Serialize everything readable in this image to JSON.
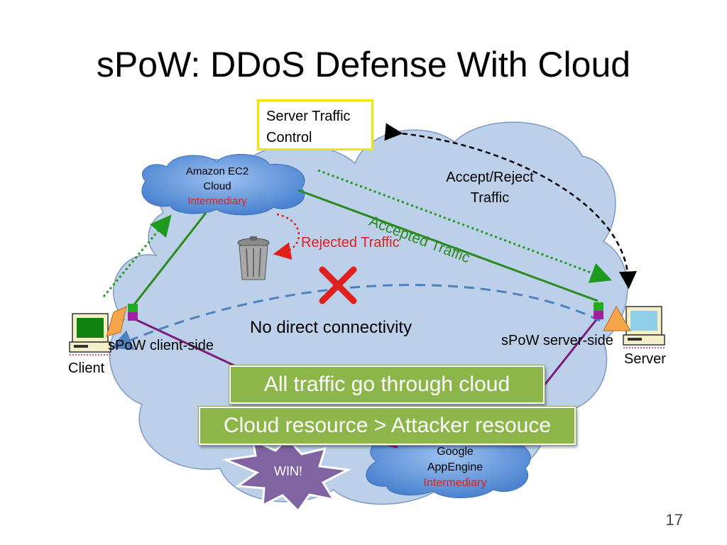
{
  "slide": {
    "title": "sPoW: DDoS Defense With Cloud",
    "page_number": "17"
  },
  "labels": {
    "server_traffic_control_line1": "Server Traffic",
    "server_traffic_control_line2": "Control",
    "amazon_line1": "Amazon EC2",
    "amazon_line2": "Cloud",
    "amazon_line3": "Intermediary",
    "accept_reject_line1": "Accept/Reject",
    "accept_reject_line2": "Traffic",
    "accepted_traffic": "Accepted Traffic",
    "rejected_traffic": "Rejected Traffic",
    "no_direct": "No direct connectivity",
    "spow_client": "sPoW client-side",
    "spow_server": "sPoW server-side",
    "client": "Client",
    "server": "Server",
    "all_traffic": "All traffic go through cloud",
    "cloud_resource": "Cloud resource > Attacker resouce",
    "win": "WIN!",
    "google_line1": "Google",
    "google_line2": "AppEngine",
    "google_line3": "Intermediary"
  },
  "colors": {
    "cloud_fill": "#bcd0ea",
    "cloud_stroke": "#7e98c4",
    "small_cloud": "#5f93d8",
    "accepted_green": "#2a8a1e",
    "dotted_green": "#1e9a1e",
    "rejected_red": "#e0201c",
    "purple_line": "#7a1c7a",
    "box_green": "#8db64a",
    "win_purple": "#8064a2"
  },
  "icons": {
    "trash": "trash-can-icon",
    "x_mark": "red-x-icon",
    "client_pc": "computer-icon",
    "server_pc": "computer-icon"
  }
}
